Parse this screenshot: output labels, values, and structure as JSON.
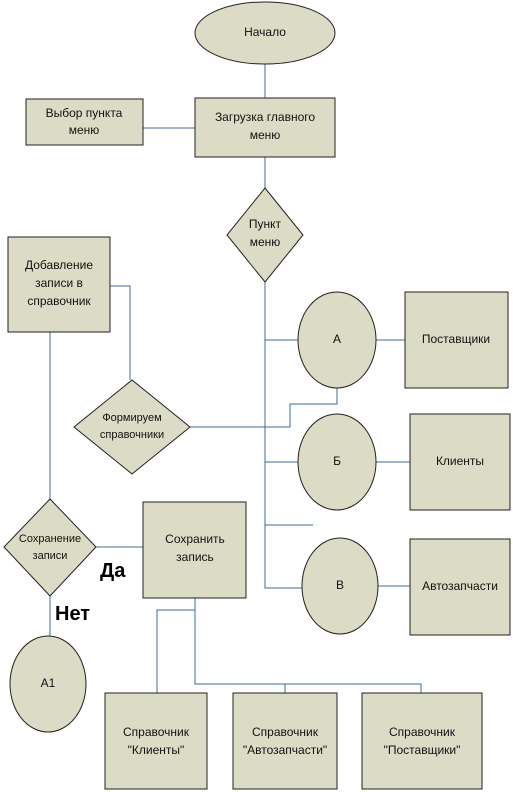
{
  "nodes": {
    "start": "Начало",
    "load_menu": [
      "Загрузка главного",
      "меню"
    ],
    "select_item": [
      "Выбор пункта",
      "меню"
    ],
    "menu_item": [
      "Пункт",
      "меню"
    ],
    "add_record": [
      "Добавление",
      "записи в",
      "справочник"
    ],
    "form_refs": [
      "Формируем",
      "справочники"
    ],
    "a": "А",
    "b": "Б",
    "v": "В",
    "suppliers": "Поставщики",
    "clients": "Клиенты",
    "autoparts": "Автозапчасти",
    "save_decision": [
      "Сохранение",
      "записи"
    ],
    "save_record": [
      "Сохранить",
      "запись"
    ],
    "a1": "А1",
    "ref_clients": [
      "Справочник",
      "\"Клиенты\""
    ],
    "ref_autoparts": [
      "Справочник",
      "\"Автозапчасти\""
    ],
    "ref_suppliers": [
      "Справочник",
      "\"Поставщики\""
    ]
  },
  "labels": {
    "yes": "Да",
    "no": "Нет"
  }
}
